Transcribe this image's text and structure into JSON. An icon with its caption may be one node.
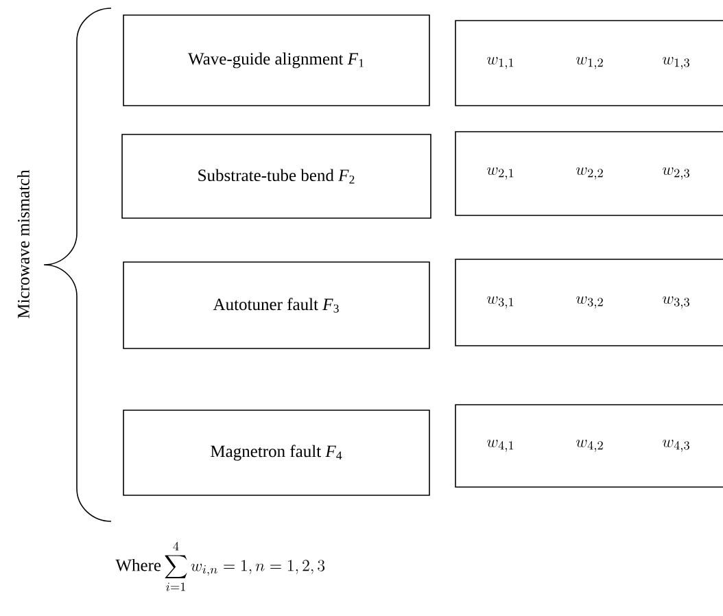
{
  "diagram": {
    "nodes": [
      {
        "text": [
          "Wave-guide alignment *F*$_{1}$"
        ]
      },
      {
        "text": [
          "Substrate-tube bend *F*$_{2}$"
        ]
      },
      {
        "text": [
          "Autotuner fault *F*$_{3}$"
        ]
      },
      {
        "text": [
          "Magnetron fault *F*$_{4}$"
        ]
      },
      {
        "text": [
          "w_{1,1}",
          "w_{1,2}",
          "w_{1,3}"
        ]
      },
      {
        "text": [
          "w_{2,1}",
          "w_{2,2}",
          "w_{2,3}"
        ]
      },
      {
        "text": [
          "w_{3,1}",
          "w_{3,2}",
          "w_{3,3}"
        ]
      },
      {
        "text": [
          "w_{4,1}",
          "w_{4,2}",
          "w_{4,3}"
        ]
      }
    ],
    "edges": [],
    "labels": [
      "Microwave mismatch",
      "Where",
      "\\sum_{i=1}^{4} w_{i,n} = 1, n = 1, 2, 3"
    ]
  }
}
